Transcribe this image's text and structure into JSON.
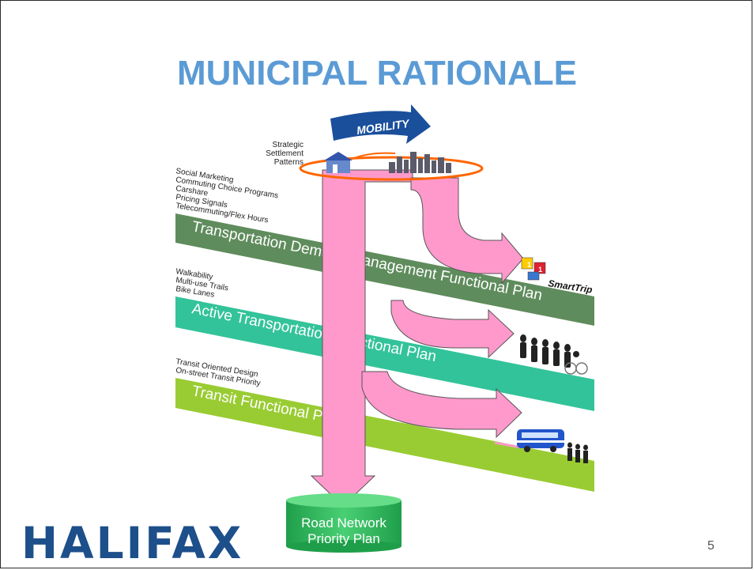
{
  "slide": {
    "title": "MUNICIPAL RATIONALE",
    "page_number": "5",
    "logo": "HALIFAX"
  },
  "diagram": {
    "mobility_label": "MOBILITY",
    "settlement_label": [
      "Strategic",
      "Settlement",
      "Patterns"
    ],
    "tdm_items": [
      "Social Marketing",
      "Commuting Choice Programs",
      "Carshare",
      "Pricing Signals",
      "Telecommuting/Flex Hours"
    ],
    "tdm_band": "Transportation Demand Management Functional Plan",
    "active_items": [
      "Walkability",
      "Multi-use Trails",
      "Bike Lanes"
    ],
    "active_band": "Active Transportation Functional Plan",
    "transit_items": [
      "Transit Oriented Design",
      "On-street Transit Priority"
    ],
    "transit_band": "Transit Functional Plan",
    "smarttrip_label": "SmartTrip",
    "road_network": [
      "Road Network",
      "Priority Plan"
    ],
    "colors": {
      "tdm_band": "#5f8c5c",
      "active_band": "#33c39a",
      "transit_band": "#99cc33",
      "arrow": "#ff99cc",
      "mobility": "#1a4f9c",
      "ring": "#ff6600",
      "road_cylinder": "#2fb85f"
    }
  }
}
